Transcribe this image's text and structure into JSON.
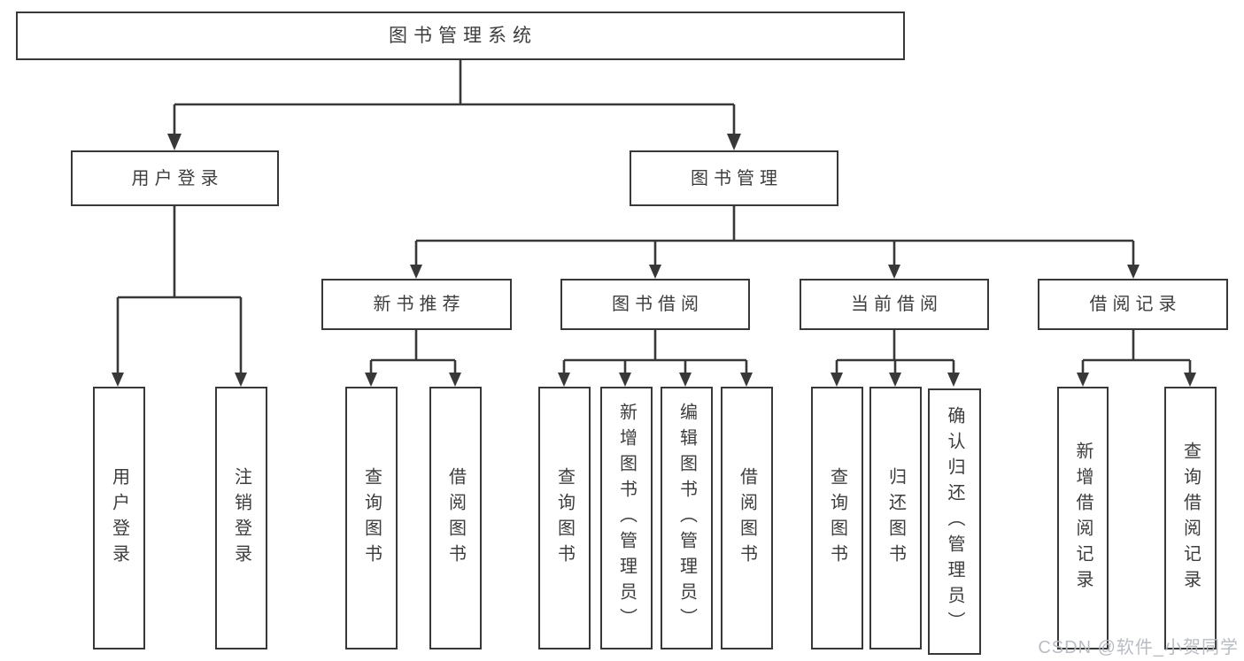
{
  "diagram": {
    "title": "图书管理系统",
    "root": {
      "label": "图书管理系统",
      "children": [
        {
          "label": "用户登录",
          "children": [
            {
              "label": "用户登录"
            },
            {
              "label": "注销登录"
            }
          ]
        },
        {
          "label": "图书管理",
          "children": [
            {
              "label": "新书推荐",
              "children": [
                {
                  "label": "查询图书"
                },
                {
                  "label": "借阅图书"
                }
              ]
            },
            {
              "label": "图书借阅",
              "children": [
                {
                  "label": "查询图书"
                },
                {
                  "label": "新增图书（管理员）"
                },
                {
                  "label": "编辑图书（管理员）"
                },
                {
                  "label": "借阅图书"
                }
              ]
            },
            {
              "label": "当前借阅",
              "children": [
                {
                  "label": "查询图书"
                },
                {
                  "label": "归还图书"
                },
                {
                  "label": "确认归还（管理员）"
                }
              ]
            },
            {
              "label": "借阅记录",
              "children": [
                {
                  "label": "新增借阅记录"
                },
                {
                  "label": "查询借阅记录"
                }
              ]
            }
          ]
        }
      ]
    },
    "colors": {
      "line": "#383838",
      "text": "#3d3d3d",
      "background": "#ffffff",
      "watermark": "#b4b8c0"
    }
  },
  "watermark": "CSDN @软件_小贺同学"
}
